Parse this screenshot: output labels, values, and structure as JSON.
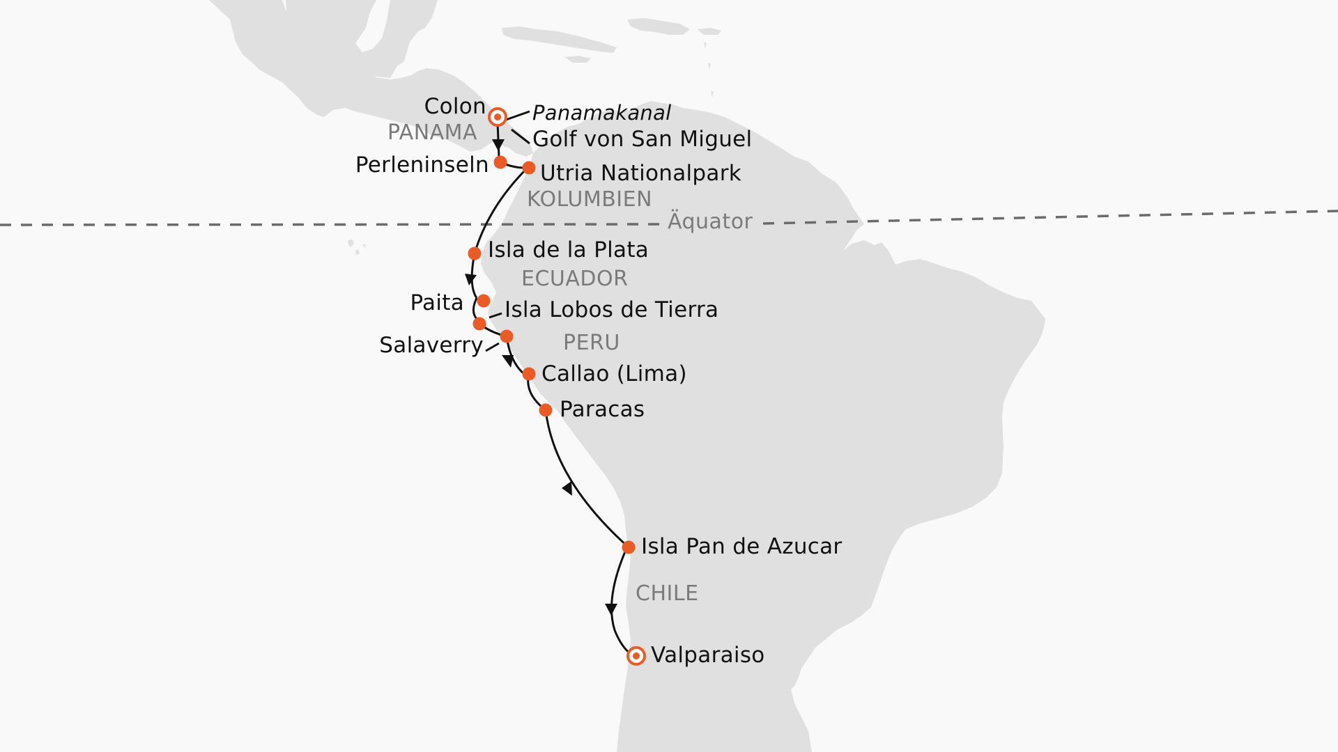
{
  "map": {
    "type": "cruise-route-map",
    "colors": {
      "background": "#f9f9f9",
      "land": "#e0e0e0",
      "route": "#111111",
      "port_marker": "#ea5b25",
      "equator_line": "#6b6b6b",
      "country_label": "#7a7a7a",
      "port_label": "#111111"
    },
    "equator_label": "Äquator",
    "countries": [
      {
        "name": "PANAMA"
      },
      {
        "name": "KOLUMBIEN"
      },
      {
        "name": "ECUADOR"
      },
      {
        "name": "PERU"
      },
      {
        "name": "CHILE"
      }
    ],
    "ports": [
      {
        "name": "Colon",
        "marker": "start-end-ring"
      },
      {
        "name": "Panamakanal",
        "marker": "none",
        "style": "italic"
      },
      {
        "name": "Golf von San Miguel",
        "marker": "none"
      },
      {
        "name": "Perleninseln",
        "marker": "dot"
      },
      {
        "name": "Utria Nationalpark",
        "marker": "dot"
      },
      {
        "name": "Isla de la Plata",
        "marker": "dot"
      },
      {
        "name": "Paita",
        "marker": "dot"
      },
      {
        "name": "Isla Lobos de Tierra",
        "marker": "dot"
      },
      {
        "name": "Salaverry",
        "marker": "dot"
      },
      {
        "name": "Callao (Lima)",
        "marker": "dot"
      },
      {
        "name": "Paracas",
        "marker": "dot"
      },
      {
        "name": "Isla Pan de Azucar",
        "marker": "dot"
      },
      {
        "name": "Valparaiso",
        "marker": "start-end-ring"
      }
    ]
  }
}
